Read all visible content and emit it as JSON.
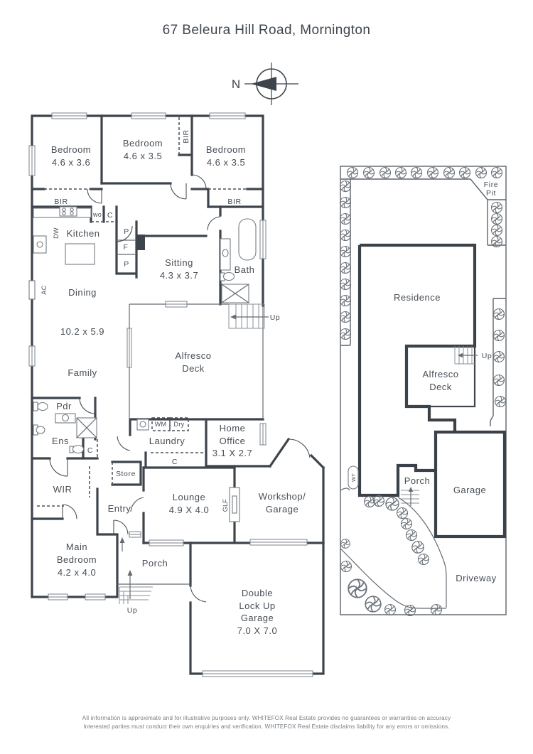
{
  "title": "67 Beleura Hill Road, Mornington",
  "compass": {
    "north": "N"
  },
  "floor_plan": {
    "bedroom1": {
      "name": "Bedroom",
      "dims": "4.6 x 3.6"
    },
    "bedroom2": {
      "name": "Bedroom",
      "dims": "4.6 x 3.5"
    },
    "bedroom3": {
      "name": "Bedroom",
      "dims": "4.6 x 3.5"
    },
    "kitchen": "Kitchen",
    "dining": "Dining",
    "living_dims": "10.2 x 5.9",
    "family": "Family",
    "sitting": {
      "name": "Sitting",
      "dims": "4.3 x 3.7"
    },
    "bath": "Bath",
    "alfresco": {
      "line1": "Alfresco",
      "line2": "Deck"
    },
    "pdr": "Pdr",
    "ens": "Ens",
    "wir": "WIR",
    "entry": "Entry",
    "store": "Store",
    "laundry": "Laundry",
    "home_office": {
      "line1": "Home",
      "line2": "Office",
      "dims": "3.1 X 2.7"
    },
    "lounge": {
      "name": "Lounge",
      "dims": "4.9 X 4.0"
    },
    "workshop": {
      "line1": "Workshop/",
      "line2": "Garage"
    },
    "main_bedroom": {
      "line1": "Main",
      "line2": "Bedroom",
      "dims": "4.2 x 4.0"
    },
    "porch": "Porch",
    "double_garage": {
      "line1": "Double",
      "line2": "Lock Up",
      "line3": "Garage",
      "dims": "7.0 X 7.0"
    },
    "labels": {
      "bir": "BIR",
      "dw": "DW",
      "wo": "wo",
      "c": "C",
      "p": "P",
      "f": "F",
      "ac": "AC",
      "wm": "WM",
      "dry": "Dry",
      "glf": "GLF",
      "up": "Up"
    }
  },
  "site_plan": {
    "fire_pit": {
      "line1": "Fire",
      "line2": "Pit"
    },
    "residence": "Residence",
    "alfresco_deck": {
      "line1": "Alfresco",
      "line2": "Deck"
    },
    "up": "Up",
    "porch": "Porch",
    "garage": "Garage",
    "driveway": "Driveway",
    "wt": "WT"
  },
  "disclaimer": {
    "line1": "All information is approximate and for illustrative purposes only. WHITEFOX Real Estate provides no guarantees or warranties on accuracy",
    "line2": "Interested parties must conduct their own enquiries and verification. WHITEFOX Real Estate disclaims liability for any errors or omissions."
  },
  "colors": {
    "wall": "#3e444c",
    "text": "#474e56",
    "light_line": "#6d747b",
    "background": "#ffffff"
  }
}
